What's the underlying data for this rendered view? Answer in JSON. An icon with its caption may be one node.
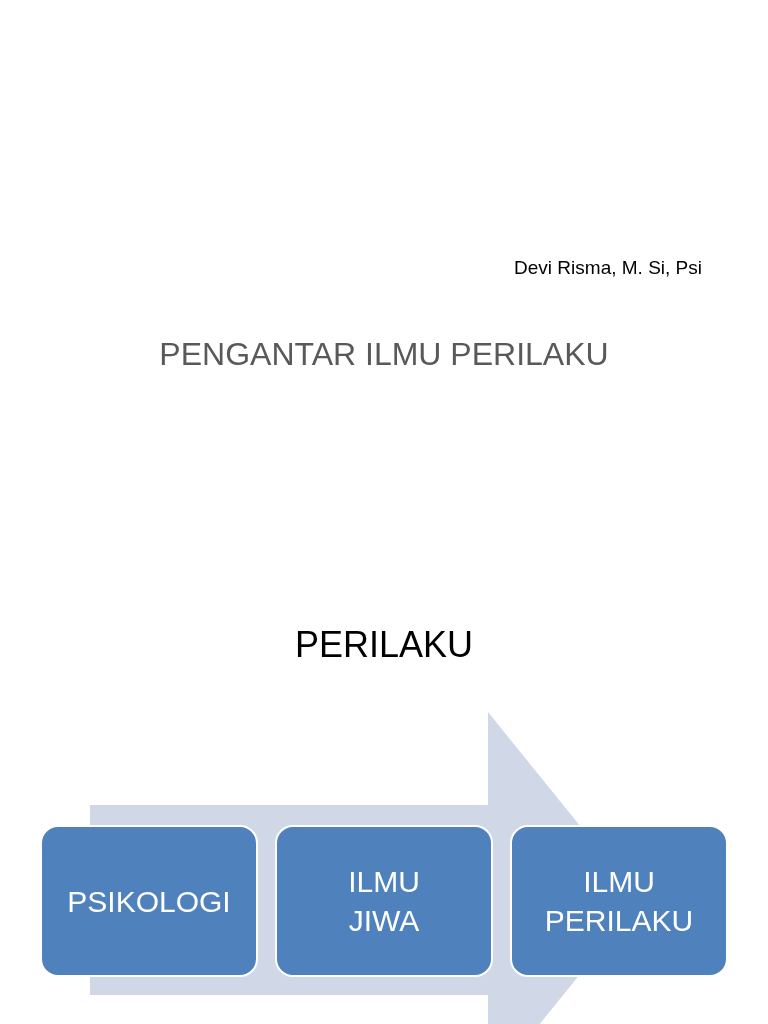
{
  "diagram": {
    "title": "PENGANTAR ILMU PERILAKU",
    "nodes": [
      {
        "text": [
          "PSIKOLOGI"
        ]
      },
      {
        "text": [
          "ILMU JIWA"
        ]
      },
      {
        "text": [
          "ILMU PERILAKU"
        ]
      }
    ],
    "edges": [
      {
        "from": 0,
        "to": 2,
        "arrow": "to"
      }
    ],
    "labels": [
      "Devi Risma, M. Si, Psi",
      "PERILAKU"
    ]
  }
}
